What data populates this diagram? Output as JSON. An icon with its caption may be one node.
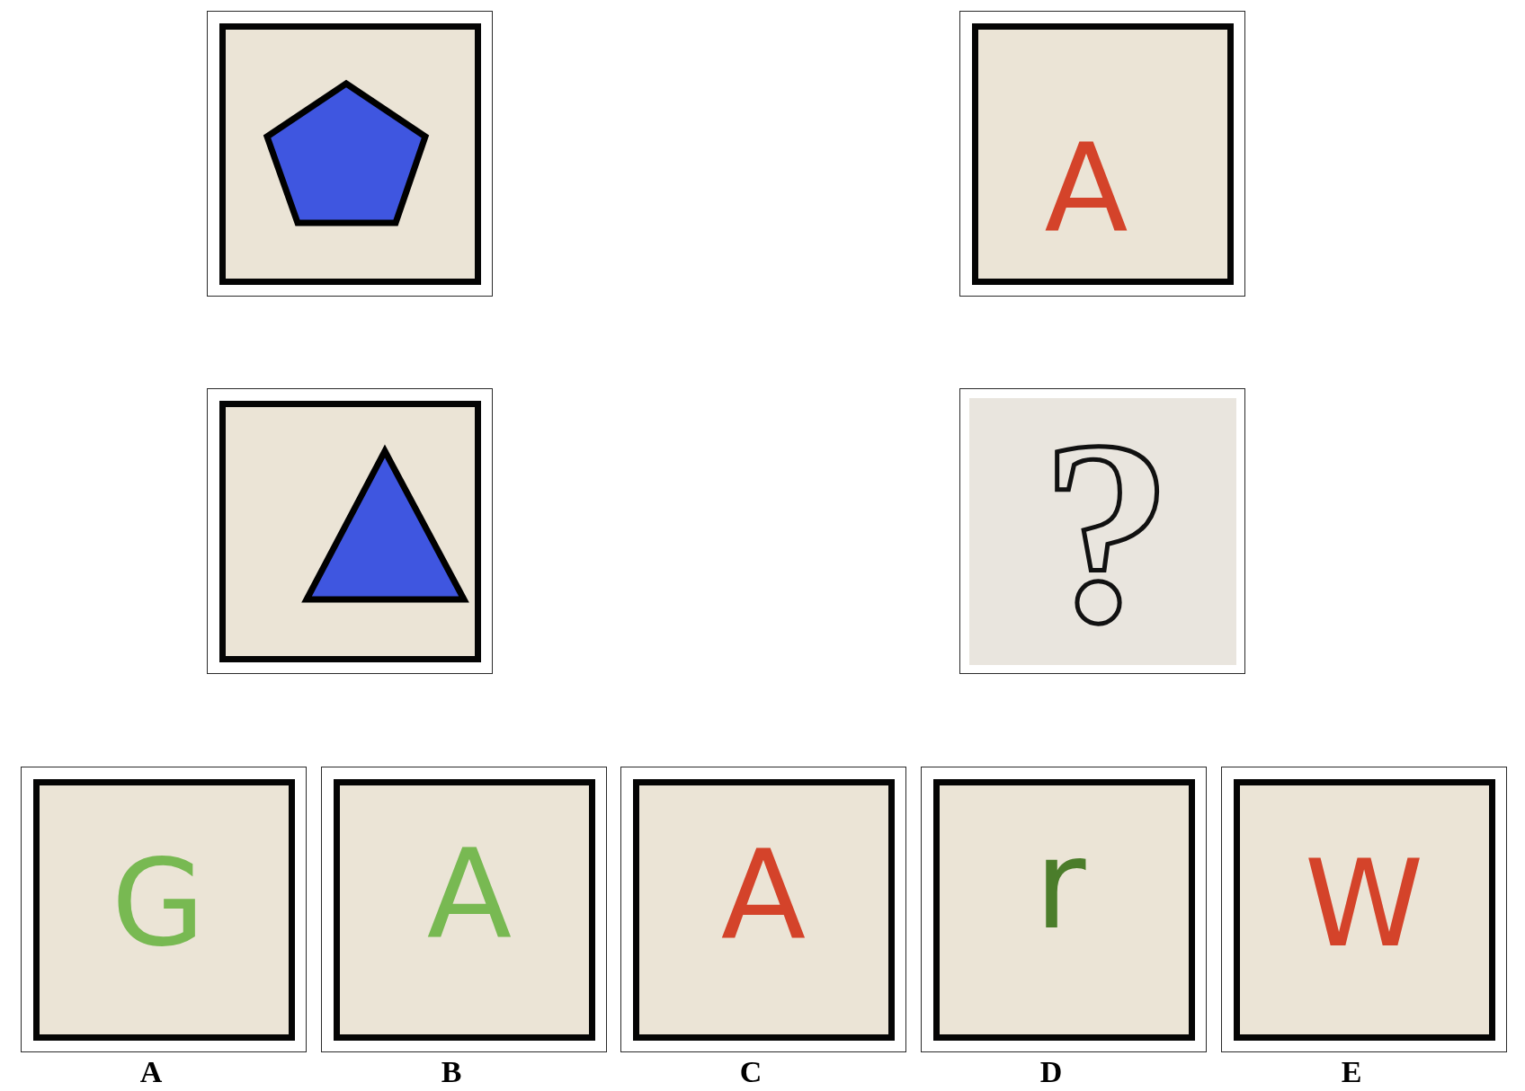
{
  "diagram": {
    "nodes": [
      {
        "text": [],
        "shape": "pentagon"
      },
      {
        "text": [
          "A"
        ]
      },
      {
        "text": [],
        "shape": "triangle"
      },
      {
        "text": [
          "?"
        ]
      },
      {
        "text": [
          "G"
        ],
        "beside": [
          "A"
        ]
      },
      {
        "text": [
          "A"
        ],
        "beside": [
          "B"
        ]
      },
      {
        "text": [
          "A"
        ],
        "beside": [
          "C"
        ]
      },
      {
        "text": [
          "r"
        ],
        "beside": [
          "D"
        ]
      },
      {
        "text": [
          "W"
        ],
        "beside": [
          "E"
        ]
      }
    ]
  }
}
